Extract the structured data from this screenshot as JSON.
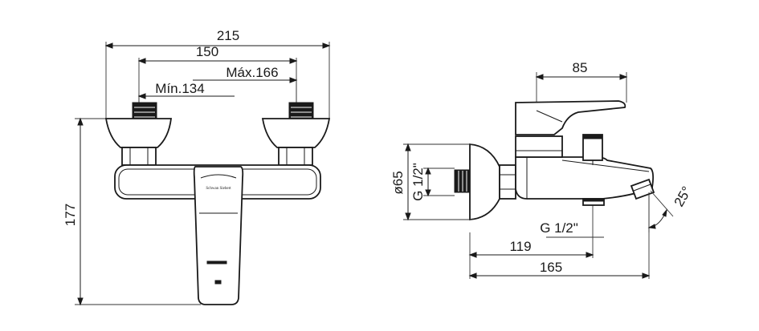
{
  "front_view": {
    "dim_overall_width": "215",
    "dim_center_distance": "150",
    "dim_max": "Máx.166",
    "dim_min": "Mín.134",
    "dim_height": "177",
    "brand_text": "Schwan Siebert"
  },
  "side_view": {
    "dim_depth": "85",
    "dim_diameter": "ø65",
    "thread_inlet": "G 1/2\"",
    "thread_outlet": "G 1/2\"",
    "dim_outlet_distance": "119",
    "dim_overall_depth": "165",
    "dim_angle": "25°"
  }
}
